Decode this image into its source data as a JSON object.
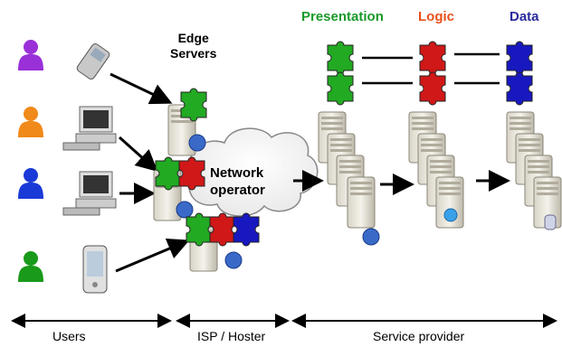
{
  "headers": {
    "presentation": "Presentation",
    "logic": "Logic",
    "data": "Data"
  },
  "labels": {
    "edge_servers_line1": "Edge",
    "edge_servers_line2": "Servers",
    "network_operator_line1": "Network",
    "network_operator_line2": "operator"
  },
  "bottom_labels": {
    "users": "Users",
    "isp": "ISP / Hoster",
    "service_provider": "Service provider"
  },
  "colors": {
    "presentation": "#1a9a2a",
    "logic": "#e8501a",
    "data": "#2a2a9a",
    "green_piece": "#22aa22",
    "red_piece": "#d01818",
    "blue_piece": "#1818c0",
    "purple_user": "#9a30d8",
    "orange_user": "#f08a1a",
    "blue_user": "#1a3ad8",
    "green_user": "#1a9a1a"
  },
  "icons": {
    "users": [
      "purple-person-icon",
      "orange-person-icon",
      "blue-person-icon",
      "green-person-icon"
    ],
    "devices": [
      "mobile-phone-icon",
      "desktop-computer-icon",
      "desktop-computer-icon",
      "pda-icon"
    ]
  }
}
